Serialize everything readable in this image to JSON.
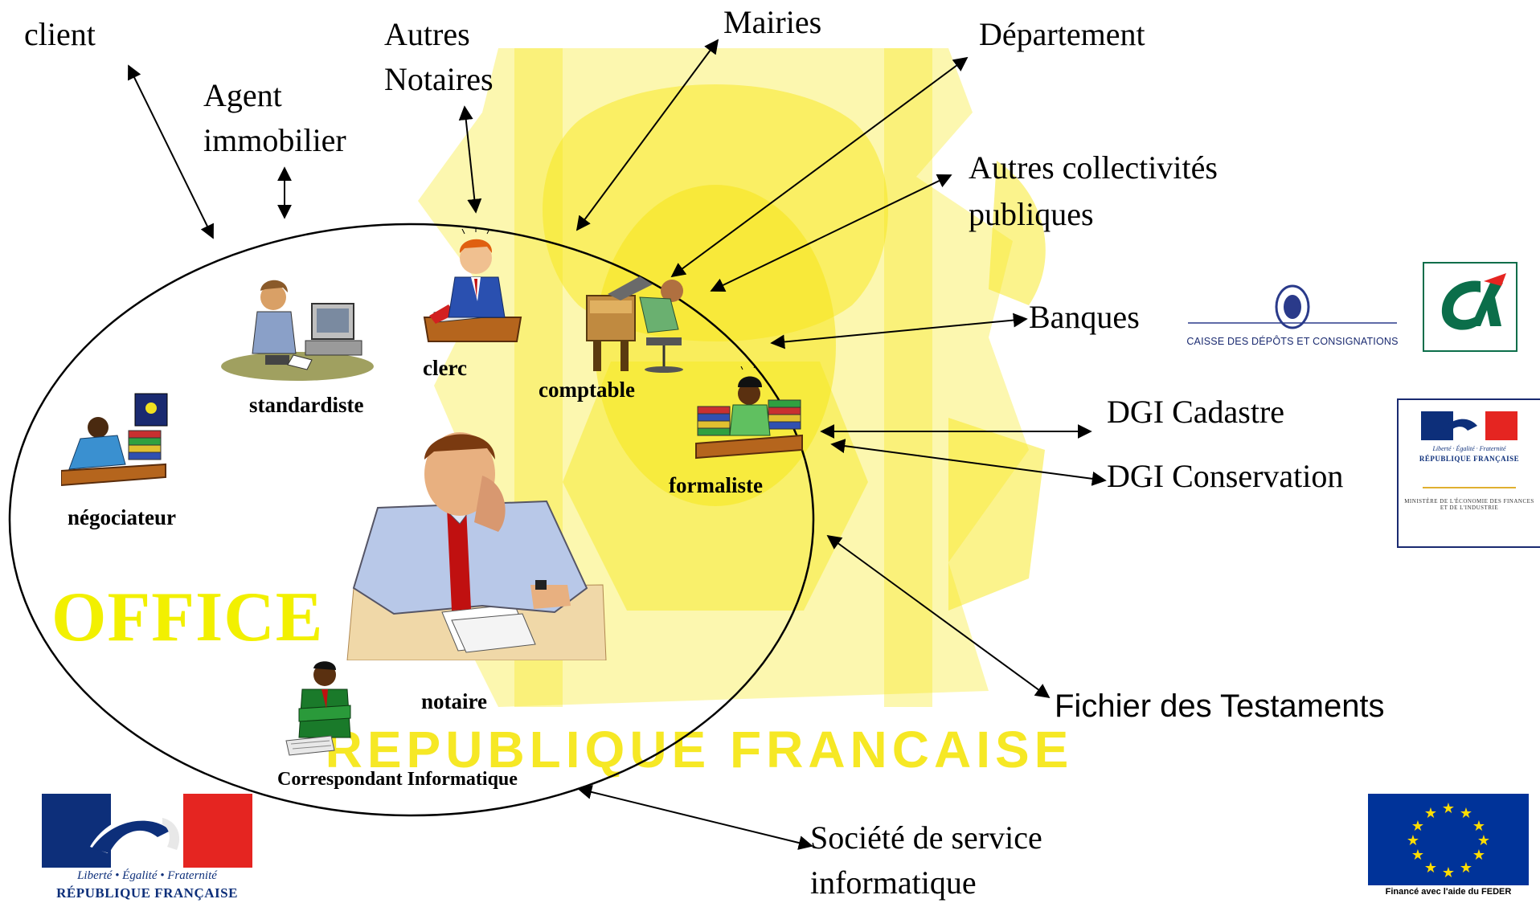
{
  "colors": {
    "watermark": "#f5e400",
    "watermark_light": "#fbf07a",
    "office_text": "#f2f000",
    "marianne_blue": "#0d2f7a",
    "marianne_red": "#e52521",
    "eu_blue": "#003399",
    "eu_star": "#ffdd00",
    "ca_green": "#0b6e4a"
  },
  "watermark": {
    "text": "REPUBLIQUE FRANCAISE"
  },
  "office": {
    "title": "OFFICE"
  },
  "roles": {
    "standardiste": "standardiste",
    "clerc": "clerc",
    "comptable": "comptable",
    "formaliste": "formaliste",
    "negociateur": "négociateur",
    "notaire": "notaire",
    "correspondant": "Correspondant Informatique"
  },
  "external": {
    "client": "client",
    "agent_line1": "Agent",
    "agent_line2": "immobilier",
    "notaires_line1": "Autres",
    "notaires_line2": "Notaires",
    "mairies": "Mairies",
    "departement": "Département",
    "collectivites_line1": "Autres collectivités",
    "collectivites_line2": "publiques",
    "banques": "Banques",
    "dgi_cadastre": "DGI Cadastre",
    "dgi_conservation": "DGI Conservation",
    "testaments": "Fichier des Testaments",
    "ssi_line1": "Société de service",
    "ssi_line2": "informatique"
  },
  "logos": {
    "cdc": "CAISSE DES DÉPÔTS ET CONSIGNATIONS",
    "rf_small_motto": "Liberté · Égalité · Fraternité",
    "rf_small_name": "RÉPUBLIQUE FRANÇAISE",
    "rf_small_ministry": "MINISTÈRE DE L'ÉCONOMIE DES FINANCES ET DE L'INDUSTRIE",
    "rf_motto": "Liberté • Égalité • Fraternité",
    "rf_name": "RÉPUBLIQUE FRANÇAISE",
    "feder": "Financé avec l'aide du FEDER"
  }
}
